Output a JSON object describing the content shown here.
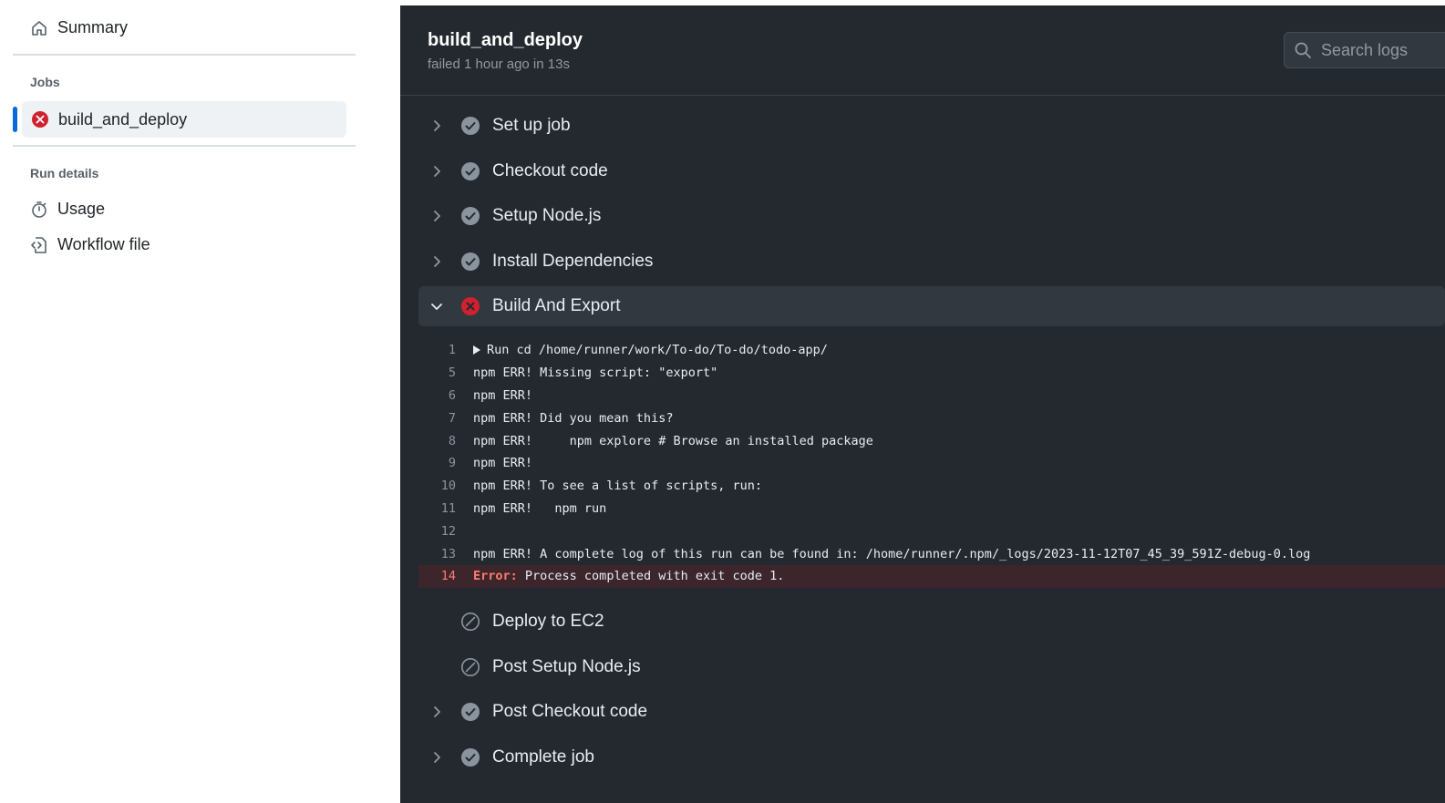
{
  "sidebar": {
    "summary_label": "Summary",
    "jobs_heading": "Jobs",
    "job_name": "build_and_deploy",
    "run_details_heading": "Run details",
    "usage_label": "Usage",
    "workflow_file_label": "Workflow file"
  },
  "header": {
    "title": "build_and_deploy",
    "meta": "failed 1 hour ago in 13s",
    "search_placeholder": "Search logs"
  },
  "steps": [
    {
      "label": "Set up job",
      "status": "success"
    },
    {
      "label": "Checkout code",
      "status": "success"
    },
    {
      "label": "Setup Node.js",
      "status": "success"
    },
    {
      "label": "Install Dependencies",
      "status": "success"
    },
    {
      "label": "Build And Export",
      "status": "failure"
    },
    {
      "label": "Deploy to EC2",
      "status": "skipped"
    },
    {
      "label": "Post Setup Node.js",
      "status": "skipped"
    },
    {
      "label": "Post Checkout code",
      "status": "success"
    },
    {
      "label": "Complete job",
      "status": "success"
    }
  ],
  "log_lines": [
    {
      "n": "1",
      "text": "Run cd /home/runner/work/To-do/To-do/todo-app/"
    },
    {
      "n": "5",
      "text": "npm ERR! Missing script: \"export\""
    },
    {
      "n": "6",
      "text": "npm ERR!"
    },
    {
      "n": "7",
      "text": "npm ERR! Did you mean this?"
    },
    {
      "n": "8",
      "text": "npm ERR!     npm explore # Browse an installed package"
    },
    {
      "n": "9",
      "text": "npm ERR!"
    },
    {
      "n": "10",
      "text": "npm ERR! To see a list of scripts, run:"
    },
    {
      "n": "11",
      "text": "npm ERR!   npm run"
    },
    {
      "n": "12",
      "text": ""
    },
    {
      "n": "13",
      "text": "npm ERR! A complete log of this run can be found in: /home/runner/.npm/_logs/2023-11-12T07_45_39_591Z-debug-0.log"
    },
    {
      "n": "14",
      "label": "Error:",
      "text": " Process completed with exit code 1."
    }
  ],
  "colors": {
    "failure": "#cf222e",
    "success_icon": "#8b949e",
    "accent": "#0969da"
  }
}
